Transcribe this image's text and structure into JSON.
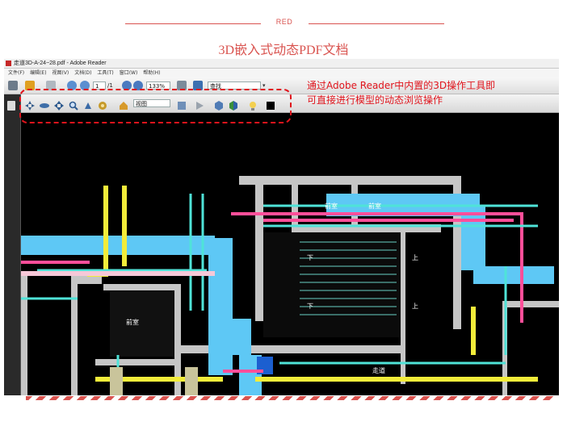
{
  "header": {
    "brand": "RED",
    "slide_title": "3D嵌入式动态PDF文档"
  },
  "window": {
    "title": "走道3D-A-24~28.pdf - Adobe Reader"
  },
  "menu": {
    "items": [
      "文件(F)",
      "编辑(E)",
      "视图(V)",
      "文档(D)",
      "工具(T)",
      "窗口(W)",
      "帮助(H)"
    ]
  },
  "toolbar": {
    "page_current": "1",
    "page_total": "/1",
    "zoom": "133%",
    "find_label": "查找"
  },
  "toolbar3d": {
    "view_label": "视图"
  },
  "annotation": {
    "line1": "通过Adobe Reader中内置的3D操作工具即",
    "line2": "可直接进行模型的动态浏览操作"
  },
  "model_labels": {
    "room_left": "前室",
    "room_a": "前室",
    "room_b": "前室",
    "corridor": "走道",
    "down_1": "下",
    "up_1": "上",
    "down_2": "下",
    "up_2": "上"
  },
  "colors": {
    "accent": "#d9534f",
    "callout": "#e0141c",
    "duct": "#5ec8f5",
    "cable_tray": "#4fe3d8",
    "yellow_pipe": "#f2ec3a",
    "pink_pipe": "#ff4f9a",
    "wall": "#c6c6c6"
  }
}
